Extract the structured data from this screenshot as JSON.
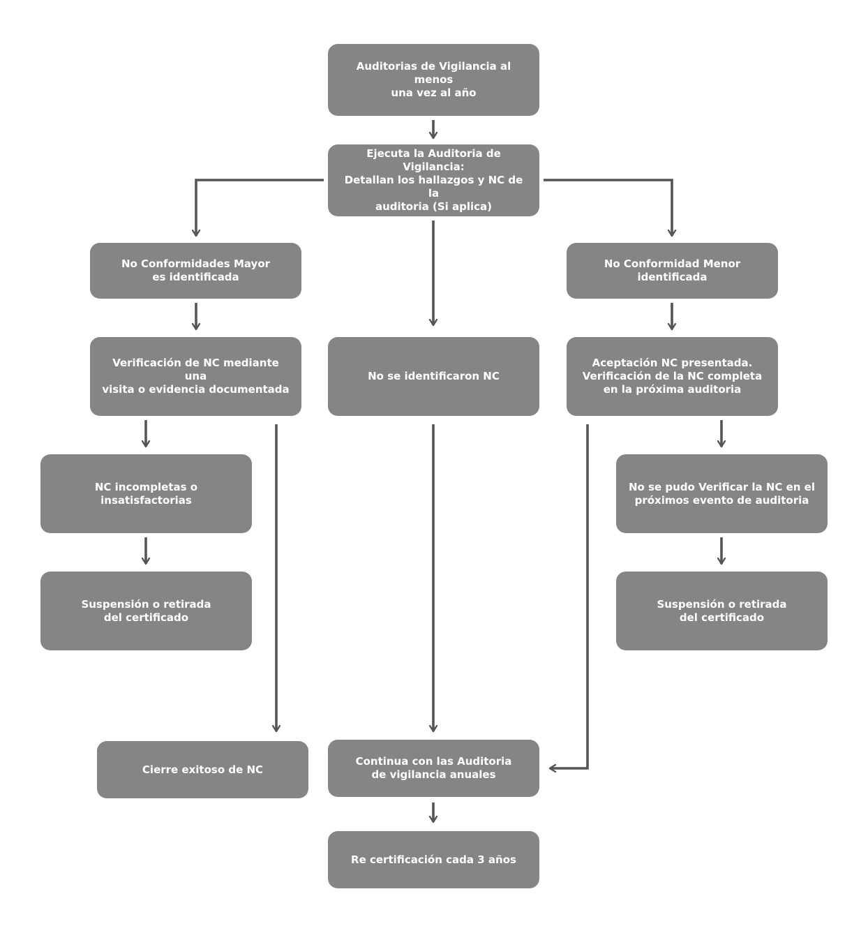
{
  "flowchart": {
    "nodes": {
      "surveillance_audits": [
        "Auditorias de Vigilancia al menos",
        "una vez al año"
      ],
      "execute_audit": [
        "Ejecuta la Auditoria de Vigilancia:",
        "Detallan los hallazgos y NC de la",
        "auditoria (Si aplica)"
      ],
      "major_nc": [
        "No Conformidades Mayor",
        "es identificada"
      ],
      "minor_nc": [
        "No Conformidad Menor",
        "identificada"
      ],
      "verify_nc_visit": [
        "Verificación de NC mediante una",
        "visita o evidencia documentada"
      ],
      "no_nc_identified": [
        "No se identificaron NC"
      ],
      "nc_acceptance": [
        "Aceptación NC presentada.",
        "Verificación de la NC completa",
        "en la próxima auditoria"
      ],
      "nc_incomplete": [
        "NC incompletas o insatisfactorias"
      ],
      "nc_not_verified": [
        "No se pudo Verificar la NC en el",
        "próximos evento de auditoria"
      ],
      "suspension_left": [
        "Suspensión o retirada",
        "del certificado"
      ],
      "suspension_right": [
        "Suspensión o retirada",
        "del certificado"
      ],
      "successful_closure": [
        "Cierre exitoso de NC"
      ],
      "continue_audits": [
        "Continua con las Auditoria",
        "de vigilancia anuales"
      ],
      "recertification": [
        "Re certificación cada 3 años"
      ]
    }
  },
  "colors": {
    "node_fill": "#858585",
    "node_text": "#ffffff",
    "connector": "#555555",
    "background": "#ffffff"
  }
}
